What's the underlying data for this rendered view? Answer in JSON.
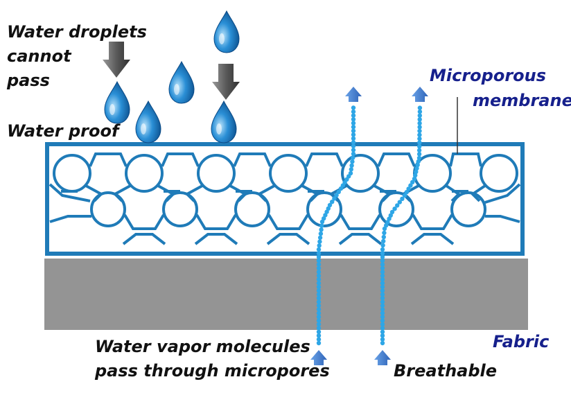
{
  "labels": {
    "droplets_line1": "Water droplets",
    "droplets_line2": "cannot",
    "droplets_line3": "pass",
    "waterproof": "Water proof",
    "membrane_line1": "Microporous",
    "membrane_line2": "membrane",
    "vapor_line1": "Water vapor molecules",
    "vapor_line2": "pass through micropores",
    "breathable": "Breathable",
    "fabric": "Fabric"
  },
  "colors": {
    "membrane": "#1f7bb8",
    "fabric": "#949494",
    "droplet": "#2a8fd6",
    "vapor_dots": "#2ea6e6",
    "arrow_up": "#3f7fd6",
    "arrow_down": "#6e6e6e",
    "label_blue": "#16208c"
  },
  "icons": [
    "water-droplet-icon",
    "down-arrow-icon",
    "up-arrow-icon"
  ]
}
